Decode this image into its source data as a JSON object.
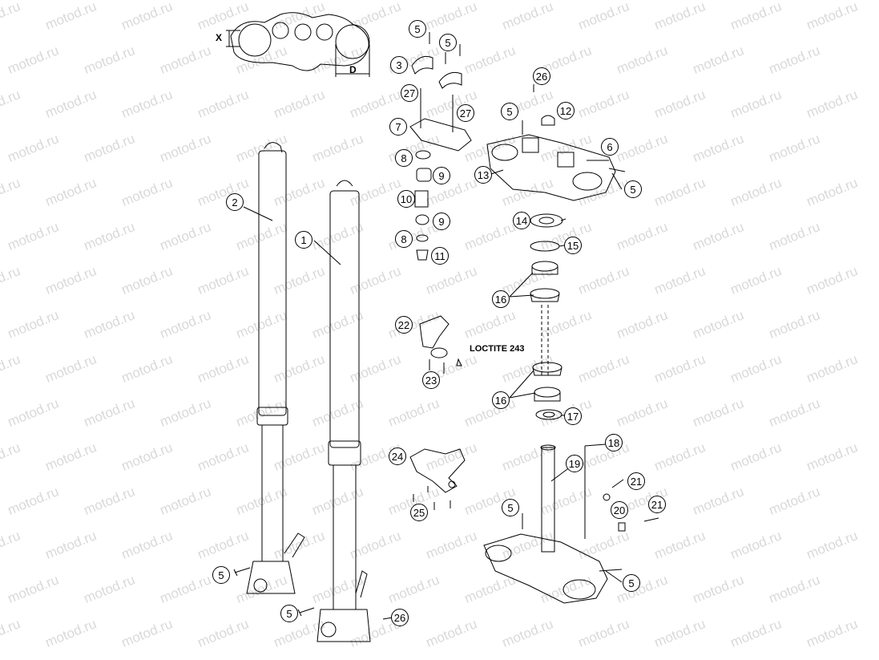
{
  "watermark": "motod.ru",
  "dimension_labels": {
    "x": "X",
    "d": "D"
  },
  "note": "LOCTITE 243",
  "callouts": {
    "c1": "1",
    "c2": "2",
    "c3": "3",
    "c5a": "5",
    "c5b": "5",
    "c5c": "5",
    "c5d": "5",
    "c5e": "5",
    "c5f": "5",
    "c5g": "5",
    "c5h": "5",
    "c6": "6",
    "c7": "7",
    "c8a": "8",
    "c8b": "8",
    "c9a": "9",
    "c9b": "9",
    "c10": "10",
    "c11": "11",
    "c12": "12",
    "c13": "13",
    "c14": "14",
    "c15": "15",
    "c16a": "16",
    "c16b": "16",
    "c17": "17",
    "c18": "18",
    "c19": "19",
    "c20": "20",
    "c21a": "21",
    "c21b": "21",
    "c22": "22",
    "c23": "23",
    "c24": "24",
    "c25": "25",
    "c26a": "26",
    "c26b": "26",
    "c27a": "27",
    "c27b": "27"
  }
}
